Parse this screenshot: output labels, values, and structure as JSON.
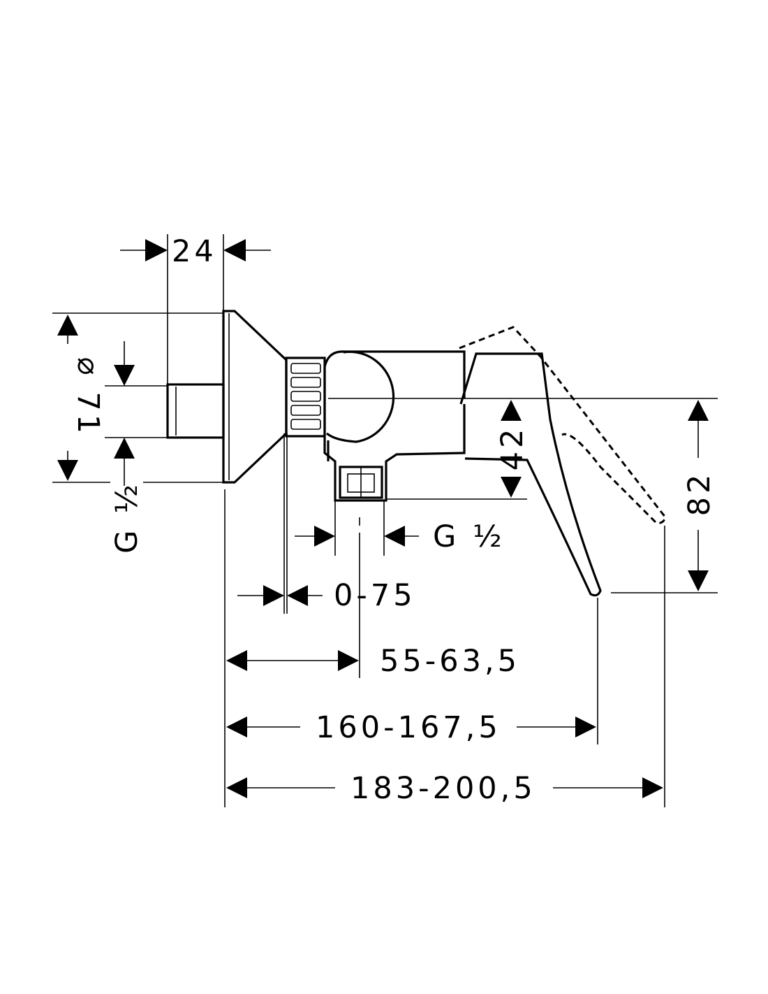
{
  "dimensions": {
    "d24": "24",
    "d71": "⌀ 71",
    "d42": "42",
    "d82": "82",
    "g_left": "G ½",
    "g_bottom": "G ½",
    "d0_75": "0-75",
    "d55": "55-63,5",
    "d160": "160-167,5",
    "d183": "183-200,5"
  }
}
